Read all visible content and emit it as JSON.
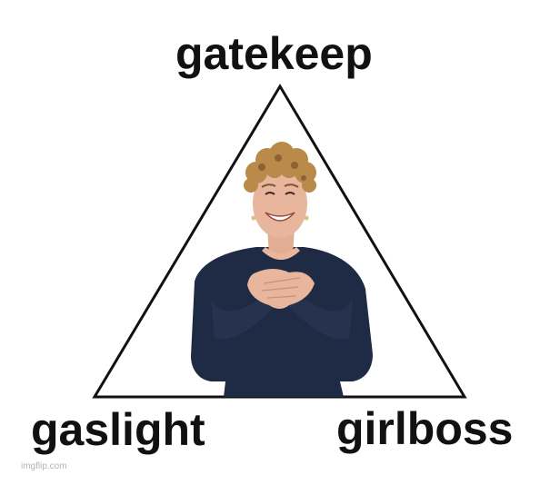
{
  "meme": {
    "labels": {
      "top": "gatekeep",
      "bottom_left": "gaslight",
      "bottom_right": "girlboss"
    },
    "watermark": "imgflip.com",
    "figure": "smiling person with hands crossed over chest",
    "colors": {
      "text": "#111111",
      "triangle": "#111111",
      "hair": "#b98a4a",
      "skin": "#e7b69c",
      "dress": "#1f2a44",
      "background": "#ffffff"
    }
  }
}
